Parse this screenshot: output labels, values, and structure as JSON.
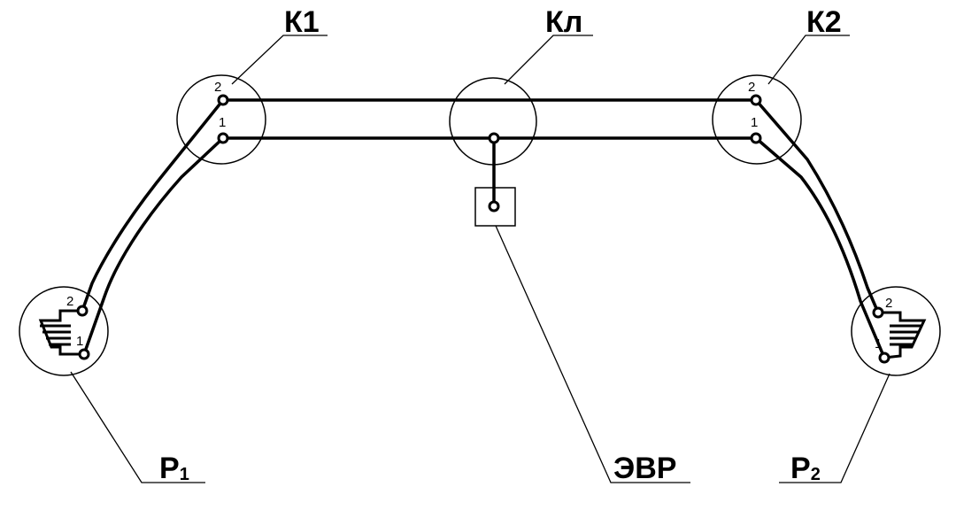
{
  "labels": {
    "k1": "К1",
    "kl": "Кл",
    "k2": "К2",
    "evr": "ЭВР",
    "p1_main": "Р",
    "p1_sub": "1",
    "p2_main": "Р",
    "p2_sub": "2"
  },
  "pins": {
    "one": "1",
    "two": "2"
  }
}
